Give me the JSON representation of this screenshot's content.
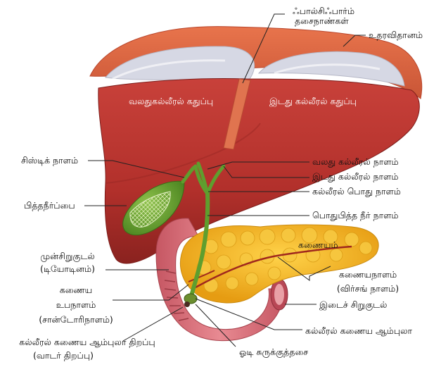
{
  "labels": {
    "falciform_ligament": "ஃபால்சிஃபார்ம்",
    "falciform_ligament_2": "தசைநாண்கள்",
    "diaphragm": "உதரவிதானம்",
    "right_lobe": "வலதுகல்லீரல் கதுப்பு",
    "left_lobe": "இடது கல்லீரல் கதுப்பு",
    "cystic_duct": "சிஸ்டிக் நாளம்",
    "right_hepatic_duct": "வலது கல்லீரல் நாளம்",
    "left_hepatic_duct": "இடது கல்லீரல் நாளம்",
    "common_hepatic_duct": "கல்லீரல் பொது நாளம்",
    "gall_bladder": "பித்தநீர்ப்பை",
    "common_bile_duct": "பொதுபித்த நீர் நாளம்",
    "pancreas": "கணையம்",
    "duodenum_1": "முன்சிறுகுடல்",
    "duodenum_2": "(டியோடினம்)",
    "pancreatic_duct_1": "கணையநாளம்",
    "pancreatic_duct_2": "(விர்சங் நாளம்)",
    "accessory_duct_1": "கணைய",
    "accessory_duct_2": "உபநாளம்",
    "accessory_duct_3": "(சான்டோரிநாளம்)",
    "jejunum": "இடைச் சிறுகுடல்",
    "ampulla_opening_1": "கல்லீரல் கணைய ஆம்புலா திறப்பு",
    "ampulla_opening_2": "(வாடர் திறப்பு)",
    "hepatopancreatic_ampulla": "கல்லீரல் கணைய ஆம்புலா",
    "sphincter_of_oddi": "ஓடி சுருக்குத்தசை"
  },
  "colors": {
    "liver": "#b8352f",
    "liver_dark": "#8e2420",
    "diaphragm": "#e06a45",
    "diaphragm_inner": "#d9dbe6",
    "gall_bladder": "#6aa232",
    "ducts": "#5f9e2e",
    "pancreas": "#f2b11e",
    "duodenum": "#d9707a",
    "leader_line": "#222222"
  }
}
